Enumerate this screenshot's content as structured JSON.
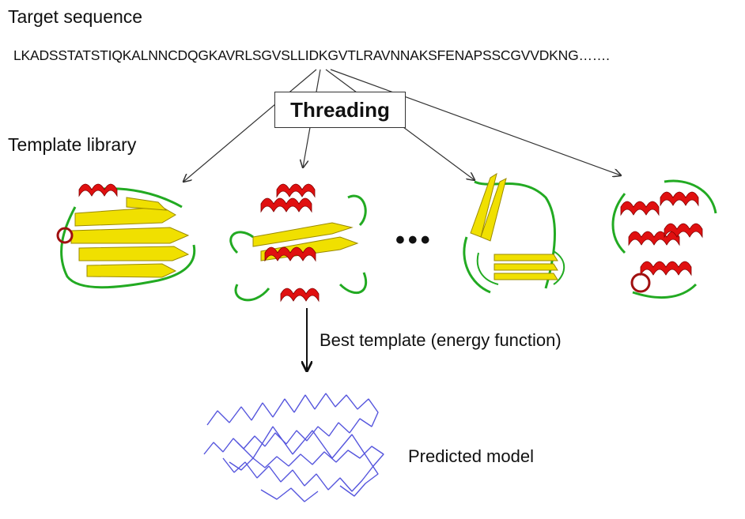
{
  "labels": {
    "target_sequence_title": "Target sequence",
    "sequence": "LKADSSTATSTIQKALNNCDQGKAVRLSGVSLLIDKGVTLRAVNNAKSFENAPSSCGVVDKNG…….",
    "threading": "Threading",
    "template_library_title": "Template library",
    "ellipsis": "•••",
    "best_template": "Best template (energy function)",
    "predicted_model": "Predicted model"
  },
  "colors": {
    "helix": "#e01010",
    "sheet": "#f0e000",
    "loop": "#22aa22",
    "model": "#5555dd",
    "arrow": "#333333"
  },
  "icons": {
    "template_1": "beta-sandwich-protein-icon",
    "template_2": "alpha-beta-protein-icon",
    "template_3": "beta-helix-protein-icon",
    "template_4": "all-alpha-protein-icon",
    "model": "c-alpha-trace-model-icon"
  }
}
